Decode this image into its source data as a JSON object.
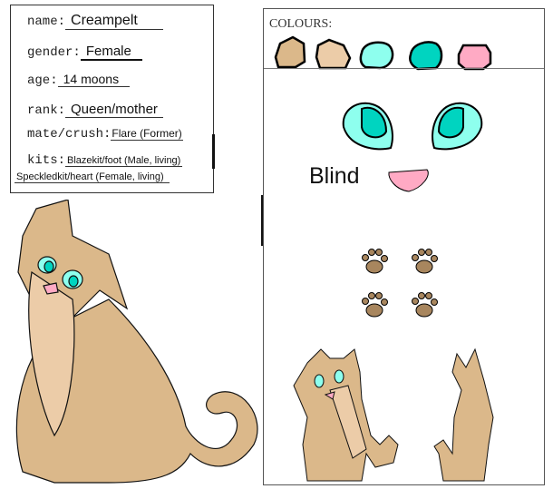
{
  "info": {
    "name_label": "name:",
    "name": "Creampelt",
    "gender_label": "gender:",
    "gender": "Female",
    "age_label": "age:",
    "age": "14 moons",
    "rank_label": "rank:",
    "rank": "Queen/mother",
    "mate_label": "mate/crush:",
    "mate": "Flare (Former)",
    "kits_label": "kits:",
    "kits_1": "Blazekit/foot (Male, living)",
    "kits_2": "Speckledkit/heart (Female, living)"
  },
  "reference": {
    "colours_label": "COLOURS:",
    "swatches": [
      "#dbb88a",
      "#eccca8",
      "#8effee",
      "#00d4c0",
      "#ffaac4"
    ],
    "eye_note": "Blind"
  }
}
